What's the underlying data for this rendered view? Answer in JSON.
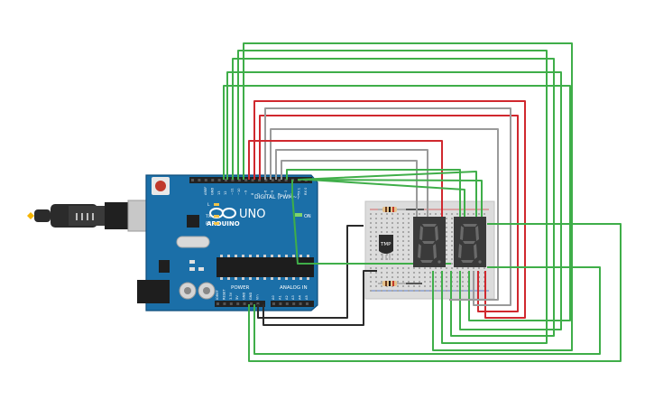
{
  "arduino": {
    "brand": "ARDUINO",
    "model": "UNO",
    "digital_header": "DIGITAL (PWM~)",
    "power_header": "POWER",
    "analog_header": "ANALOG IN",
    "on_label": "ON",
    "led_l": "L",
    "led_tx": "TX",
    "led_rx": "RX",
    "digital_pins": [
      "AREF",
      "GND",
      "13",
      "12",
      "~11",
      "~10",
      "~9",
      "8",
      "7",
      "~6",
      "~5",
      "4",
      "~3",
      "2",
      "TX 1",
      "RX 0"
    ],
    "power_pins": [
      "IOREF",
      "RESET",
      "3.3V",
      "5V",
      "GND",
      "GND",
      "Vin"
    ],
    "analog_pins": [
      "A0",
      "A1",
      "A2",
      "A3",
      "A4",
      "A5"
    ]
  },
  "sensor": {
    "label": "TMP"
  },
  "displays": [
    {
      "digit": "8"
    },
    {
      "digit": "8"
    }
  ],
  "colors": {
    "board": "#1b6fa8",
    "board_dark": "#0f4e7c",
    "wire_green": "#3fae49",
    "wire_red": "#d0282e",
    "wire_gray": "#9a9a9a",
    "wire_black": "#2a2a2a",
    "display_body": "#3a3a3a",
    "segment": "#6a6a6a",
    "breadboard": "#dcdcdc"
  }
}
